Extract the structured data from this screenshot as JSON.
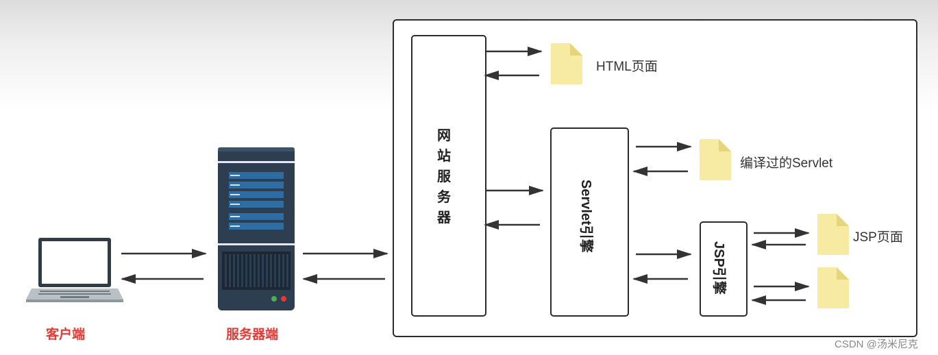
{
  "labels": {
    "client": "客户端",
    "server": "服务器端",
    "web_server": "网站服务器",
    "servlet_engine": "Servlet引擎",
    "jsp_engine": "JSP引擎",
    "html_page": "HTML页面",
    "compiled_servlet": "编译过的Servlet",
    "jsp_page": "JSP页面"
  },
  "watermark": "CSDN @汤米尼克",
  "colors": {
    "label_red": "#e53935",
    "doc_yellow": "#f7eba3",
    "doc_fold": "#e6d57a",
    "server_body": "#2c3e50",
    "server_bars": "#2e6da4",
    "arrow": "#333333"
  }
}
